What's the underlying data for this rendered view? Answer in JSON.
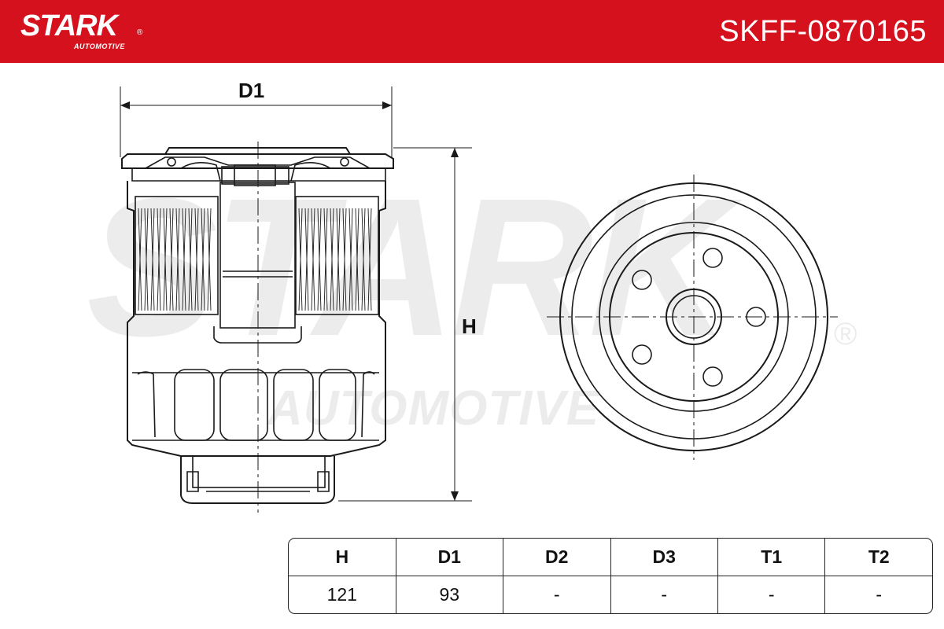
{
  "header": {
    "brand": "STARK",
    "brand_sub": "AUTOMOTIVE",
    "registered_mark": "®",
    "part_number": "SKFF-0870165",
    "color": "#d6111e"
  },
  "watermark": {
    "word": "STARK",
    "sub": "AUTOMOTIVE",
    "registered_mark": "®"
  },
  "drawing": {
    "dimension_labels": {
      "d1": "D1",
      "h": "H"
    }
  },
  "specs_table": {
    "headers": [
      "H",
      "D1",
      "D2",
      "D3",
      "T1",
      "T2"
    ],
    "values": [
      "121",
      "93",
      "-",
      "-",
      "-",
      "-"
    ]
  }
}
